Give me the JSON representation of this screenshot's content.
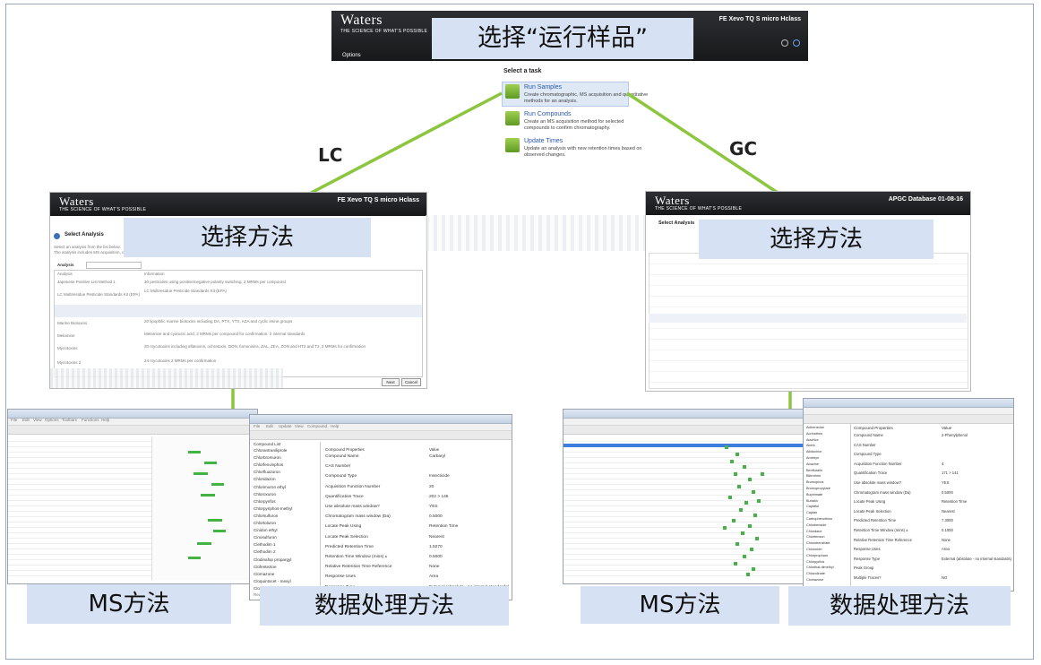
{
  "header": {
    "logo": "Waters",
    "tagline": "THE SCIENCE OF WHAT'S POSSIBLE",
    "instrument": "FE Xevo TQ S micro Hclass",
    "options_label": "Options",
    "top_label": "选择“运行样品”"
  },
  "task_panel": {
    "heading": "Select a task",
    "tasks": [
      {
        "title": "Run Samples",
        "desc": "Create chromatographic, MS acquisition and quantitative methods for an analysis."
      },
      {
        "title": "Run Compounds",
        "desc": "Create an MS acquisition method for selected compounds to confirm chromatography."
      },
      {
        "title": "Update Times",
        "desc": "Update an analysis with new retention times based on observed changes."
      }
    ]
  },
  "branches": {
    "left": "LC",
    "right": "GC"
  },
  "lc": {
    "instrument": "FE Xevo TQ S micro Hclass",
    "panel_title": "Select Analysis",
    "intro_line1": "Select an analysis from the list below.",
    "intro_line2": "The analysis includes MS acquisition, chro",
    "analysis_label": "Analysis",
    "col_analysis": "Analysis",
    "col_info": "Information",
    "rows": [
      {
        "name": "Japanese Positive List Method 1",
        "info": "30 pesticides using positive/negative polarity switching, 2 MRMs per compound"
      },
      {
        "name": "LC Multiresidue Pesticide Standards Kit (EPA)",
        "info": "LC Multiresidue Pesticide Standards Kit (EPA)"
      },
      {
        "name": "Marine Biotoxins",
        "info": "20 lipophilic marine biotoxins including DA, PTX, YTX, AZA and cyclic imine groups"
      },
      {
        "name": "Melamine",
        "info": "Melamine and cyanuric acid, 2 MRMs per compound for confirmation. 2 internal standards"
      },
      {
        "name": "Mycotoxins",
        "info": "20 mycotoxins including aflatoxins, ochratoxin, DON, fumonisins, ZAL, ZEA, ZON and HT2 and T2, 2 MRMs for confirmation"
      },
      {
        "name": "Mycotoxins 2",
        "info": "24 mycotoxins 2 MRMs per confirmation"
      }
    ],
    "btn_next": "Next",
    "btn_cancel": "Cancel",
    "select_label": "选择方法",
    "ms_label": "MS方法",
    "dp_label": "数据处理方法"
  },
  "gc": {
    "instrument": "APGC Database 01-08-16",
    "panel_title": "Select Analysis",
    "select_label": "选择方法",
    "ms_label": "MS方法",
    "dp_label": "数据处理方法"
  },
  "lc_dp": {
    "list_title": "Compound List",
    "compounds": [
      "Chlorantraniliprole",
      "Chlorbromuron",
      "Chlorfenvinphos",
      "Chlorfluazuron",
      "Chloridazon",
      "Chlorimuron ethyl",
      "Chloroxuron",
      "Chlorpyrifos",
      "Chlorpyriphos-methyl",
      "Chlorsulfuron",
      "Chlortoluron",
      "Cinidon ethyl",
      "Cinosulfuron",
      "Clethodim 1",
      "Clethodim 2",
      "Clodinafop propargyl",
      "Clofentezine",
      "Clomazone",
      "Cloquintocet - mexyl",
      "Clothianidin"
    ],
    "prop_header": "Compound Properties",
    "value_header": "Value",
    "props": [
      {
        "k": "Compound Name",
        "v": "Carbaryl"
      },
      {
        "k": "CAS Number",
        "v": ""
      },
      {
        "k": "Compound Type",
        "v": "Insecticide"
      },
      {
        "k": "Acquisition Function Number",
        "v": "20"
      },
      {
        "k": "Quantification Trace",
        "v": "202 > 145"
      },
      {
        "k": "Use absolute mass window?",
        "v": "YES"
      },
      {
        "k": "Chromatogram mass window (Da)",
        "v": "0.5000"
      },
      {
        "k": "Locate Peak Using",
        "v": "Retention Time"
      },
      {
        "k": "Locate Peak Selection",
        "v": "Nearest"
      },
      {
        "k": "Predicted Retention Time",
        "v": "1.5270"
      },
      {
        "k": "Retention Time Window (mins) ±",
        "v": "0.5000"
      },
      {
        "k": "Relative Retention Time Reference",
        "v": "None"
      },
      {
        "k": "Response Uses",
        "v": "Area"
      },
      {
        "k": "Response Type",
        "v": "External (absolute - no internal standards)"
      }
    ],
    "menu": [
      "File",
      "Edit",
      "Update",
      "View",
      "Compound",
      "Help"
    ],
    "status": "Ready"
  },
  "lc_ms": {
    "menu": [
      "File",
      "Edit",
      "View",
      "Options",
      "Toolbars",
      "Functions",
      "Help"
    ]
  },
  "gc_dp": {
    "compounds": [
      "Acibenzolar",
      "Acrinathrin",
      "Alachlor",
      "Aldrin",
      "Allidochlor",
      "Ametryn",
      "Atrazine",
      "Benfluralin",
      "Bifenthrin",
      "Bromophos",
      "Bromopropylate",
      "Bupirimate",
      "Butralin",
      "Captafol",
      "Captan",
      "Carbophenothion",
      "Chlorbenside",
      "Chlordane",
      "Chlorfenson",
      "Chlorobenzilate",
      "Chloroneb",
      "Chlorpropham",
      "Chlorpyrifos",
      "Chlorthal-dimethyl",
      "Chlozolinate",
      "Clomazone"
    ],
    "props": [
      {
        "k": "Compound Name",
        "v": "2-Phenylphenol"
      },
      {
        "k": "CAS Number",
        "v": ""
      },
      {
        "k": "Compound Type",
        "v": ""
      },
      {
        "k": "Acquisition Function Number",
        "v": "4"
      },
      {
        "k": "Quantification Trace",
        "v": "171 > 141"
      },
      {
        "k": "Use absolute mass window?",
        "v": "YES"
      },
      {
        "k": "Chromatogram mass window (Da)",
        "v": "0.5000"
      },
      {
        "k": "Locate Peak Using",
        "v": "Retention Time"
      },
      {
        "k": "Locate Peak Selection",
        "v": "Nearest"
      },
      {
        "k": "Predicted Retention Time",
        "v": "7.3000"
      },
      {
        "k": "Retention Time Window (mins) ±",
        "v": "0.1000"
      },
      {
        "k": "Relative Retention Time Reference",
        "v": "None"
      },
      {
        "k": "Response Uses",
        "v": "Area"
      },
      {
        "k": "Response Type",
        "v": "External (absolute - no internal standards)"
      },
      {
        "k": "Peak Group",
        "v": ""
      },
      {
        "k": "Multiple Traces?",
        "v": "NO"
      }
    ]
  },
  "colors": {
    "arrow": "#8cc63f",
    "label_bg": "#d6e2f3",
    "marker": "#45b245"
  }
}
